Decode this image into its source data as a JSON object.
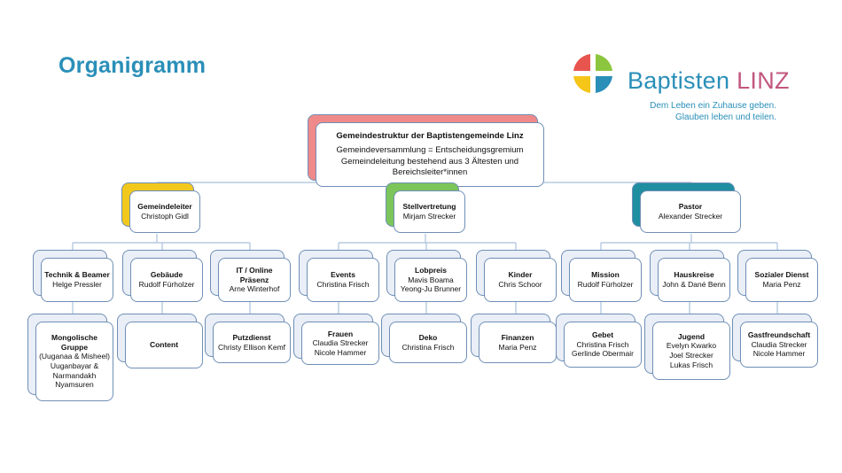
{
  "page": {
    "title": "Organigramm"
  },
  "logo": {
    "name": "Baptisten",
    "city": "LINZ",
    "tagline_1": "Dem Leben ein Zuhause geben.",
    "tagline_2": "Glauben leben und teilen.",
    "colors": {
      "red": "#e8554e",
      "green": "#8cc63e",
      "yellow": "#f5c518",
      "blue": "#2a8fb8"
    }
  },
  "colors": {
    "connector": "#a9c1db",
    "box_border": "#6f8fb5",
    "header_fill": "#f08a8a",
    "elders_fill": "#f2c81c",
    "deputy_fill": "#7cc55a",
    "pastor_fill": "#1f8ea1",
    "team_fill": "#e9eef7"
  },
  "org": {
    "top": {
      "title": "Gemeindestruktur der Baptistengemeinde Linz",
      "lines": [
        "Gemeindeversammlung  = Entscheidungsgremium",
        "Gemeindeleitung bestehend aus 3 Ältesten und Bereichsleiter*innen"
      ]
    },
    "branches": [
      {
        "title": "Gemeindeleiter",
        "lines": [
          "Christoph Gidl"
        ]
      },
      {
        "title": "Stellvertretung",
        "lines": [
          "Mirjam Strecker"
        ]
      },
      {
        "title": "Pastor",
        "lines": [
          "Alexander Strecker"
        ]
      }
    ],
    "teams": [
      {
        "title": "Technik & Beamer",
        "lines": [
          "Helge Pressler"
        ]
      },
      {
        "title": "Gebäude",
        "lines": [
          "Rudolf Fürholzer"
        ]
      },
      {
        "title": "IT / Online Präsenz",
        "lines": [
          "Arne Winterhof"
        ]
      },
      {
        "title": "Events",
        "lines": [
          "Christina Frisch"
        ]
      },
      {
        "title": "Lobpreis",
        "lines": [
          "Mavis Boama",
          "Yeong-Ju Brunner"
        ]
      },
      {
        "title": "Kinder",
        "lines": [
          "Chris Schoor"
        ]
      },
      {
        "title": "Mission",
        "lines": [
          "Rudolf Fürholzer"
        ]
      },
      {
        "title": "Hauskreise",
        "lines": [
          "John & Dané Benn"
        ]
      },
      {
        "title": "Sozialer Dienst",
        "lines": [
          "Maria Penz"
        ]
      }
    ],
    "subteams": [
      {
        "title": "Mongolische Gruppe",
        "lines": [
          "(Uuganaa & Misheel)",
          "Uuganbayar &",
          "Narmandakh",
          "Nyamsuren"
        ]
      },
      {
        "title": "Content",
        "lines": []
      },
      {
        "title": "Putzdienst",
        "lines": [
          "Christy Ellison Kemf"
        ]
      },
      {
        "title": "Frauen",
        "lines": [
          "Claudia Strecker",
          "Nicole Hammer"
        ]
      },
      {
        "title": "Deko",
        "lines": [
          "Christina Frisch"
        ]
      },
      {
        "title": "Finanzen",
        "lines": [
          "Maria Penz"
        ]
      },
      {
        "title": "Gebet",
        "lines": [
          "Christina Frisch",
          "Gerlinde Obermair"
        ]
      },
      {
        "title": "Jugend",
        "lines": [
          "Evelyn Kwarko",
          "Joel Strecker",
          "Lukas Frisch"
        ]
      },
      {
        "title": "Gastfreundschaft",
        "lines": [
          "Claudia Strecker",
          "Nicole Hammer"
        ]
      }
    ]
  }
}
